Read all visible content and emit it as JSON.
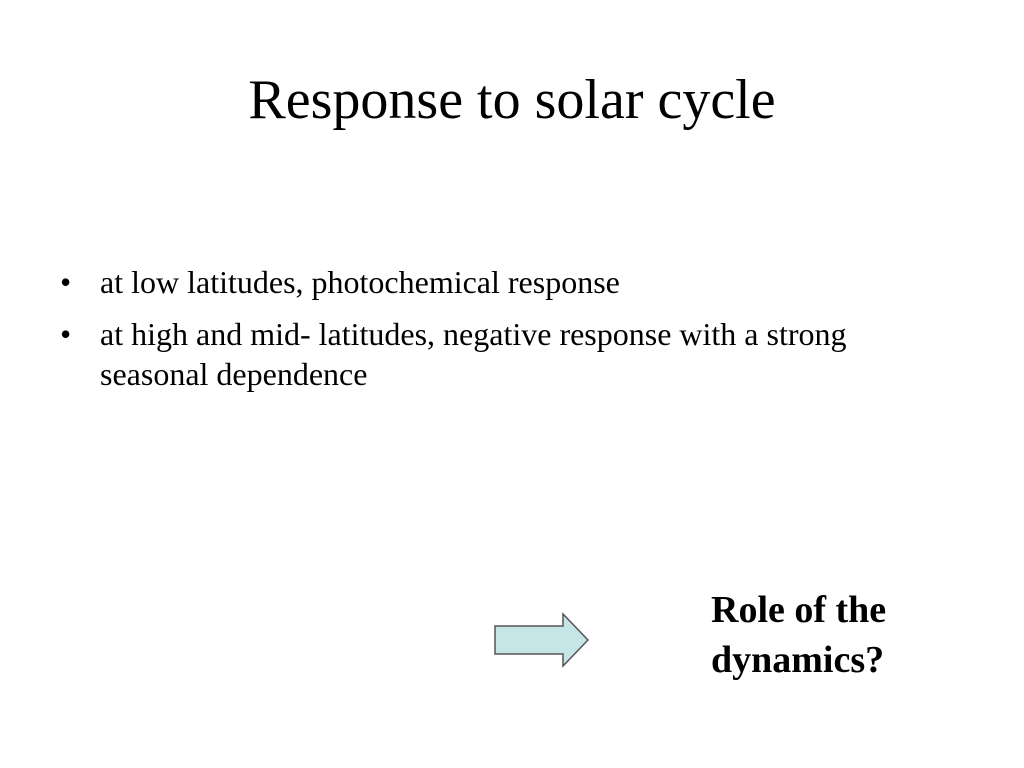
{
  "slide": {
    "title": "Response to solar cycle",
    "bullets": [
      {
        "marker": "•",
        "text": "at low latitudes, photochemical response"
      },
      {
        "marker": "•",
        "text": "at high and mid- latitudes, negative response with a strong seasonal dependence"
      }
    ],
    "arrow": {
      "icon": "right-arrow-icon",
      "fill_color": "#c5e5e6",
      "stroke_color": "#555555"
    },
    "callout": {
      "line1": "Role of the",
      "line2": "dynamics?"
    }
  }
}
